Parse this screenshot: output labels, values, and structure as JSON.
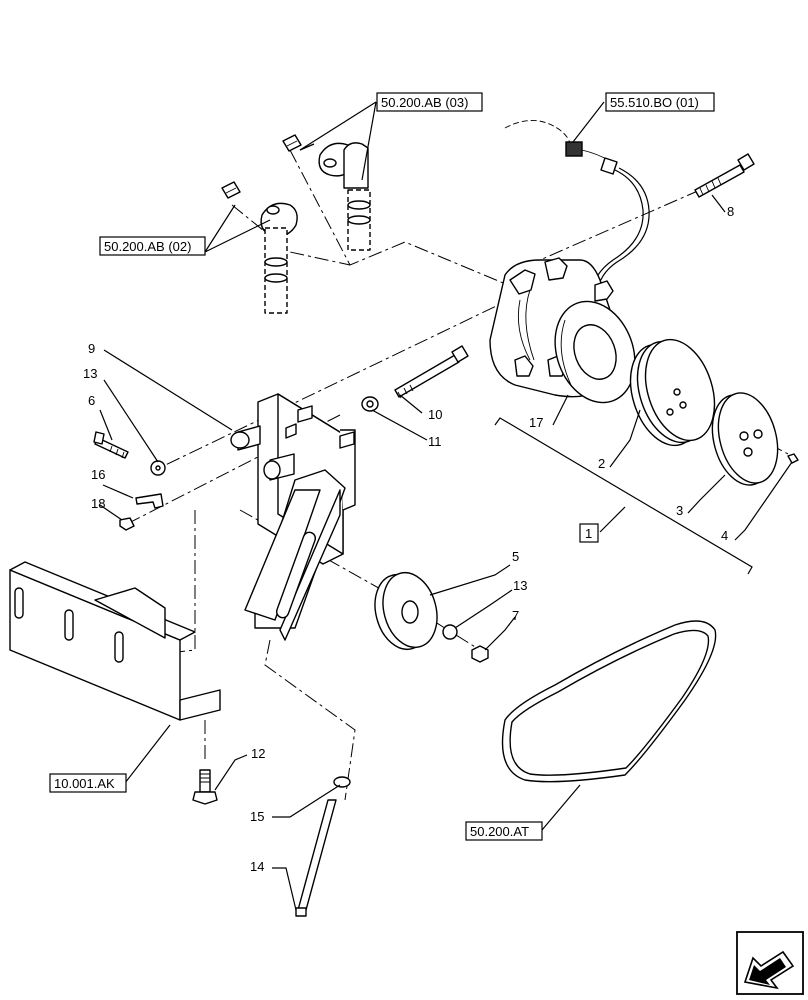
{
  "refs": {
    "ab03": "50.200.AB (03)",
    "ab02": "50.200.AB (02)",
    "bo01": "55.510.BO (01)",
    "ak": "10.001.AK",
    "at": "50.200.AT",
    "group": "1"
  },
  "callouts": {
    "p1": "2",
    "p2": "3",
    "p3": "4",
    "p4": "5",
    "p5": "6",
    "p6": "7",
    "p7": "8",
    "p8": "9",
    "p9": "10",
    "p10": "11",
    "p11": "12",
    "p12": "13",
    "p13": "13",
    "p14": "14",
    "p15": "15",
    "p16": "16",
    "p17": "17",
    "p18": "18"
  },
  "icons": {
    "nav": "arrow-icon"
  }
}
